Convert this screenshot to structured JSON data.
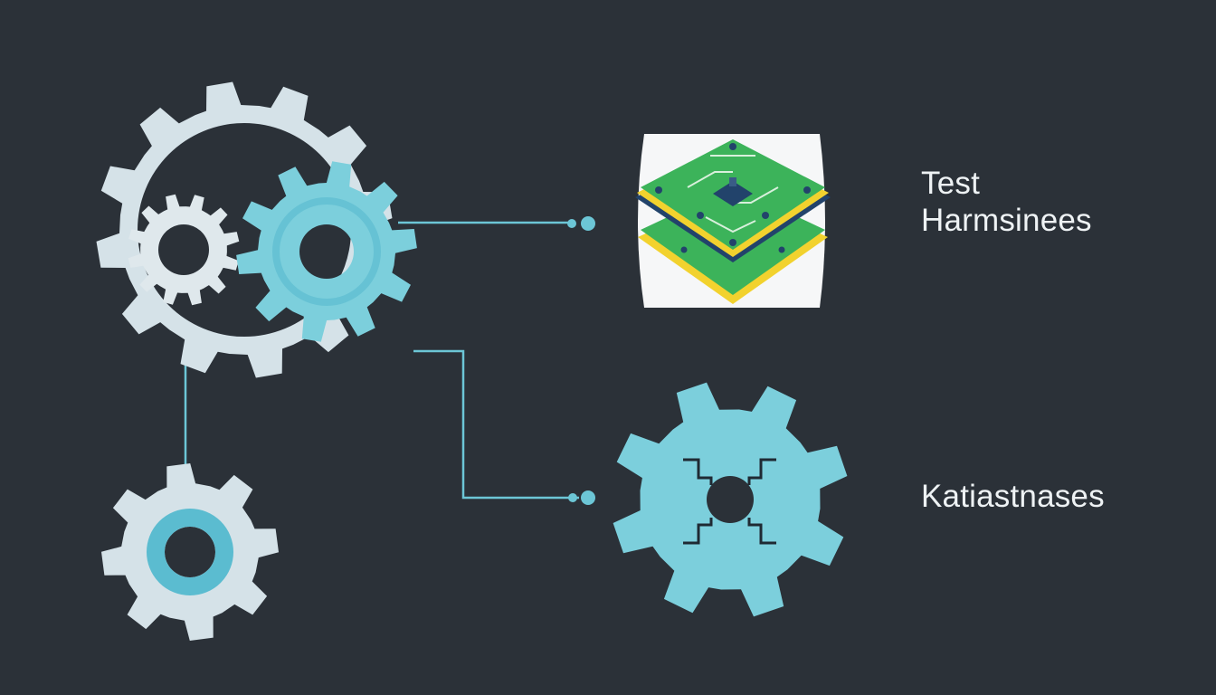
{
  "labels": {
    "top_line1": "Test",
    "top_line2": "Harmsinees",
    "bottom": "Katiastnases"
  },
  "colors": {
    "background": "#2b3138",
    "gear_light": "#d5e2e8",
    "gear_teal": "#7ccfdc",
    "teal_accent": "#5bbcd0",
    "connector": "#6cc6d6",
    "chip_green": "#3cb35a",
    "chip_yellow": "#f2d22e",
    "chip_navy": "#22436b",
    "label_text": "#eef2f4"
  },
  "icons": [
    "large-gear-icon",
    "small-gear-icon",
    "teal-gear-icon",
    "bottom-left-gear-icon",
    "circuit-gear-icon",
    "circuit-board-icon"
  ]
}
